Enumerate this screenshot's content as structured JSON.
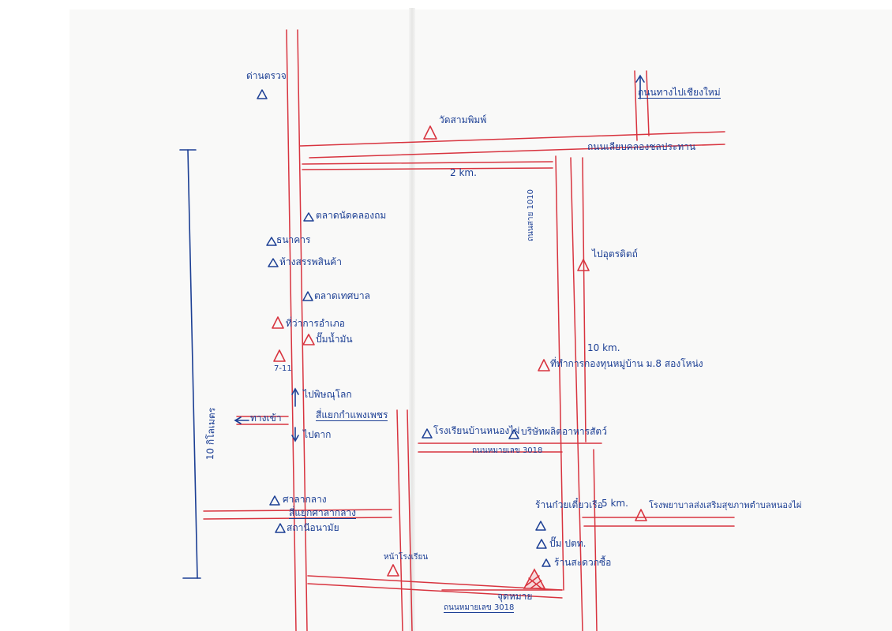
{
  "map": {
    "labels": {
      "police": "ด่านตรวจ",
      "temple_top": "วัดสามพิมพ์",
      "road_top_right": "ถนนเลียบคลองชลประทาน",
      "road_to_chiangmai": "ถนนทางไปเชียงใหม่",
      "dist_2km": "2 km.",
      "road_1010": "ถนนสาย 1010",
      "market": "ตลาดนัดคลองถม",
      "shop_7_11": "7-11",
      "dist_10km_right": "10 km.",
      "village_office": "ที่ทำการกองทุนหมู่บ้าน ม.8 สองโหน่ง",
      "upper_thai": "ไปอุตรดิตถ์",
      "to_pitsanulok": "ไปพิษณุโลก",
      "petrol": "ปั๊มน้ำมัน",
      "intersection": "สี่แยกกำแพงเพชร",
      "to_tak": "ไปตาก",
      "stop_sign": "ทางเข้า",
      "dist_10km_left": "10 กิโลเมตร",
      "school": "โรงเรียนบ้านหนองไผ่",
      "company": "บริษัทผลิตอาหารสัตว์",
      "road_3018": "ถนนหมายเลข 3018",
      "town_hall": "ศาลากลาง",
      "district_office": "สี่แยกศาลากลาง",
      "clinic": "สถานีอนามัย",
      "junction": "หน้าโรงเรียน",
      "hospital": "โรงพยาบาลส่งเสริมสุขภาพตำบลหนองไผ่",
      "dist_5km": "5 km.",
      "shop_noodle": "ร้านก๋วยเตี๋ยวเรือ",
      "gas_station": "ปั๊ม ปตท.",
      "store": "ร้านสะดวกซื้อ",
      "destination": "จุดหมาย",
      "road_3018_bottom": "ถนนหมายเลข 3018",
      "market_north": "ตลาดเทศบาล",
      "city_hall_left": "ที่ว่าการอำเภอ",
      "bank": "ธนาคาร",
      "hotel": "ห้างสรรพสินค้า"
    },
    "colors": {
      "road": "#d8343f",
      "ink": "#1c3f94",
      "paper": "#f9f9f8"
    },
    "icon_names": [
      "landmark-triangle-icon",
      "north-arrow-icon",
      "destination-marker-icon"
    ]
  }
}
